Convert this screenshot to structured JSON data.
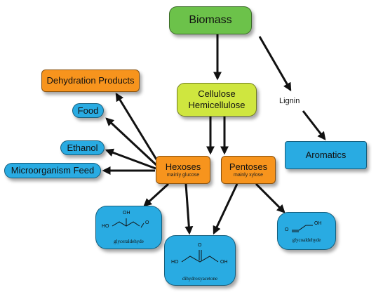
{
  "nodes": {
    "biomass": "Biomass",
    "cellulose_line1": "Cellulose",
    "cellulose_line2": "Hemicellulose",
    "lignin": "Lignin",
    "aromatics": "Aromatics",
    "dehydration": "Dehydration Products",
    "food": "Food",
    "ethanol": "Ethanol",
    "feed": "Microorganism Feed",
    "hexoses": "Hexoses",
    "hexoses_sub": "mainly glucose",
    "pentoses": "Pentoses",
    "pentoses_sub": "mainly xylose"
  },
  "molecules": {
    "glyceraldehyde": {
      "name": "glyceraldehyde",
      "atoms": [
        "HO",
        "OH",
        "O"
      ]
    },
    "dihydroxyacetone": {
      "name": "dihydroxyacetone",
      "atoms": [
        "HO",
        "O",
        "OH"
      ]
    },
    "glycoaldehyde": {
      "name": "glycoaldehyde",
      "atoms": [
        "O",
        "OH"
      ]
    }
  },
  "colors": {
    "biomass": "#6cc24a",
    "cellulose": "#cfe63f",
    "orange": "#f7941d",
    "blue": "#29abe2"
  }
}
